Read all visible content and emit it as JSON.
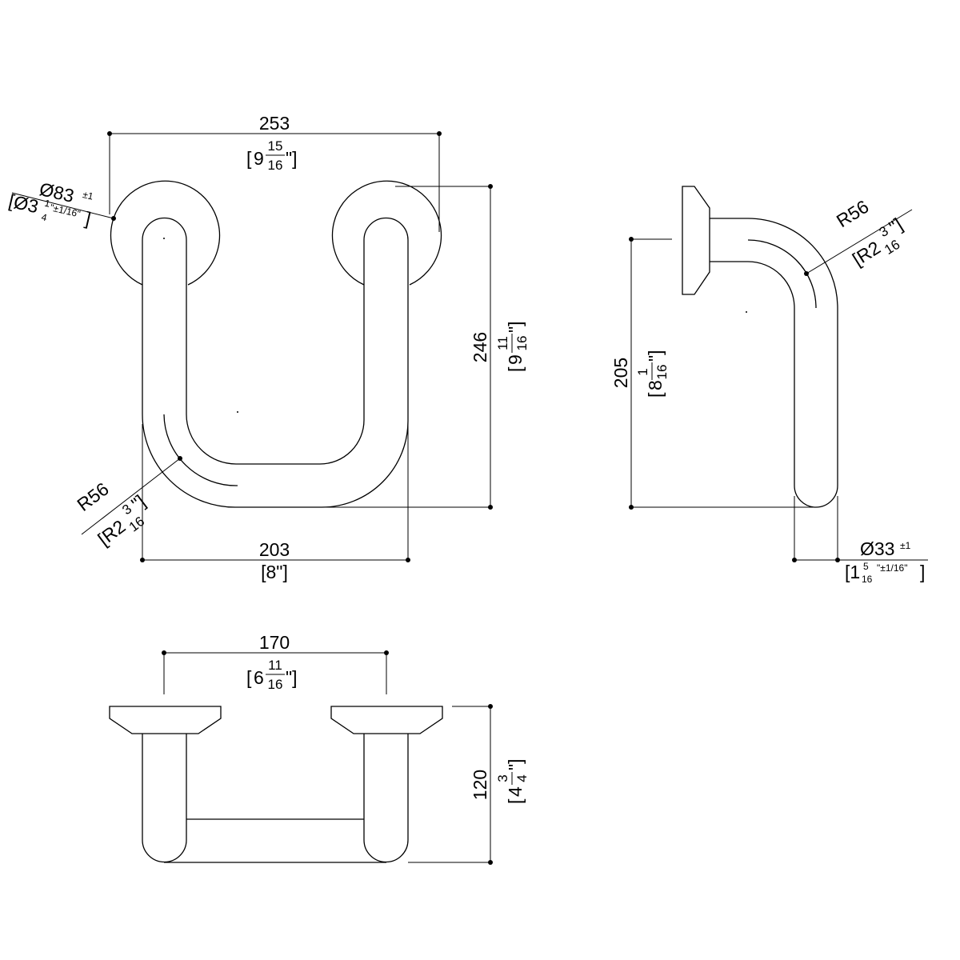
{
  "views": {
    "front": {
      "width": {
        "mm": "253",
        "in_whole": "9",
        "in_num": "15",
        "in_den": "16"
      },
      "height": {
        "mm": "246",
        "in_whole": "9",
        "in_num": "11",
        "in_den": "16"
      },
      "inner_width": {
        "mm": "203",
        "in_text": "[8\"]"
      },
      "flange_dia": {
        "mm": "Ø83",
        "tol": "±1",
        "in_prefix": "[Ø3",
        "in_num": "1",
        "in_den": "4",
        "in_tol": "\"±1/16\"",
        "close": "]"
      },
      "bend_radius": {
        "mm": "R56",
        "in_prefix": "[R2",
        "in_num": "3",
        "in_den": "16",
        "close": "\"]"
      }
    },
    "side": {
      "height": {
        "mm": "205",
        "in_whole": "8",
        "in_num": "1",
        "in_den": "16"
      },
      "bend_radius": {
        "mm": "R56",
        "in_prefix": "[R2",
        "in_num": "3",
        "in_den": "16",
        "close": "\"]"
      },
      "tube_dia": {
        "mm": "Ø33",
        "tol": "±1",
        "in_prefix": "[1",
        "in_num": "5",
        "in_den": "16",
        "in_tol": "\"±1/16\"",
        "close": "]"
      }
    },
    "bottom": {
      "center_distance": {
        "mm": "170",
        "in_whole": "6",
        "in_num": "11",
        "in_den": "16"
      },
      "projection": {
        "mm": "120",
        "in_whole": "4",
        "in_num": "3",
        "in_den": "4"
      }
    }
  }
}
